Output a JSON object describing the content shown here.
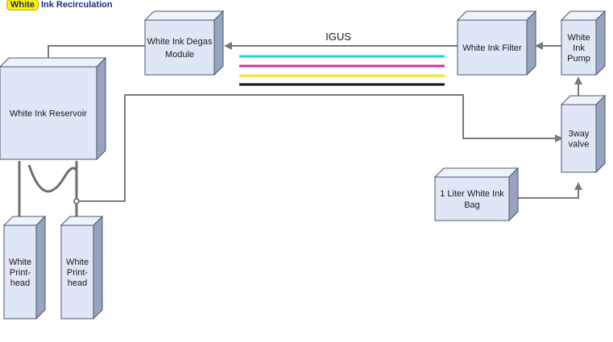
{
  "title": {
    "badge": "White",
    "text": "Ink Recirculation"
  },
  "labels": {
    "degas": [
      "White Ink Degas",
      "Module"
    ],
    "filter": [
      "White Ink Filter"
    ],
    "pump": [
      "White",
      "Ink",
      "Pump"
    ],
    "reservoir": [
      "White Ink Reservoir"
    ],
    "valve": [
      "3way",
      "valve"
    ],
    "bag": [
      "1 Liter White Ink",
      "Bag"
    ],
    "printhead1": [
      "White",
      "Print-",
      "head"
    ],
    "printhead2": [
      "White",
      "Print-",
      "head"
    ],
    "igus": "IGUS"
  },
  "colors": {
    "box_front": "#dfe6f6",
    "box_side": "#98a3bd",
    "pipe": "#7a7a7a",
    "ink_lines": [
      "#22d0e0",
      "#d0309a",
      "#f2ea20",
      "#111111"
    ],
    "title_badge": "#fff200",
    "title_text": "#1b2b87"
  }
}
